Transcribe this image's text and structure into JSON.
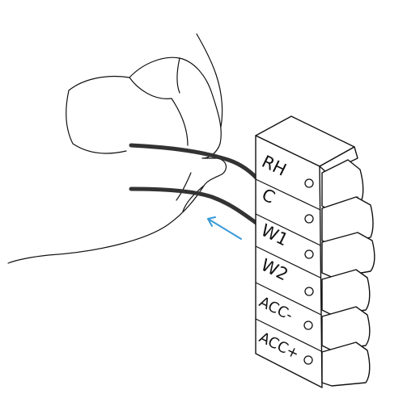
{
  "terminal_block": {
    "labels": [
      "RH",
      "C",
      "W1",
      "W2",
      "ACC-",
      "ACC+"
    ]
  },
  "colors": {
    "wire": "#333333",
    "arrow": "#3a9ad9",
    "line": "#111111"
  },
  "icons": {
    "hand": "hand-holding-wires-icon",
    "arrow": "insert-direction-arrow-icon"
  }
}
